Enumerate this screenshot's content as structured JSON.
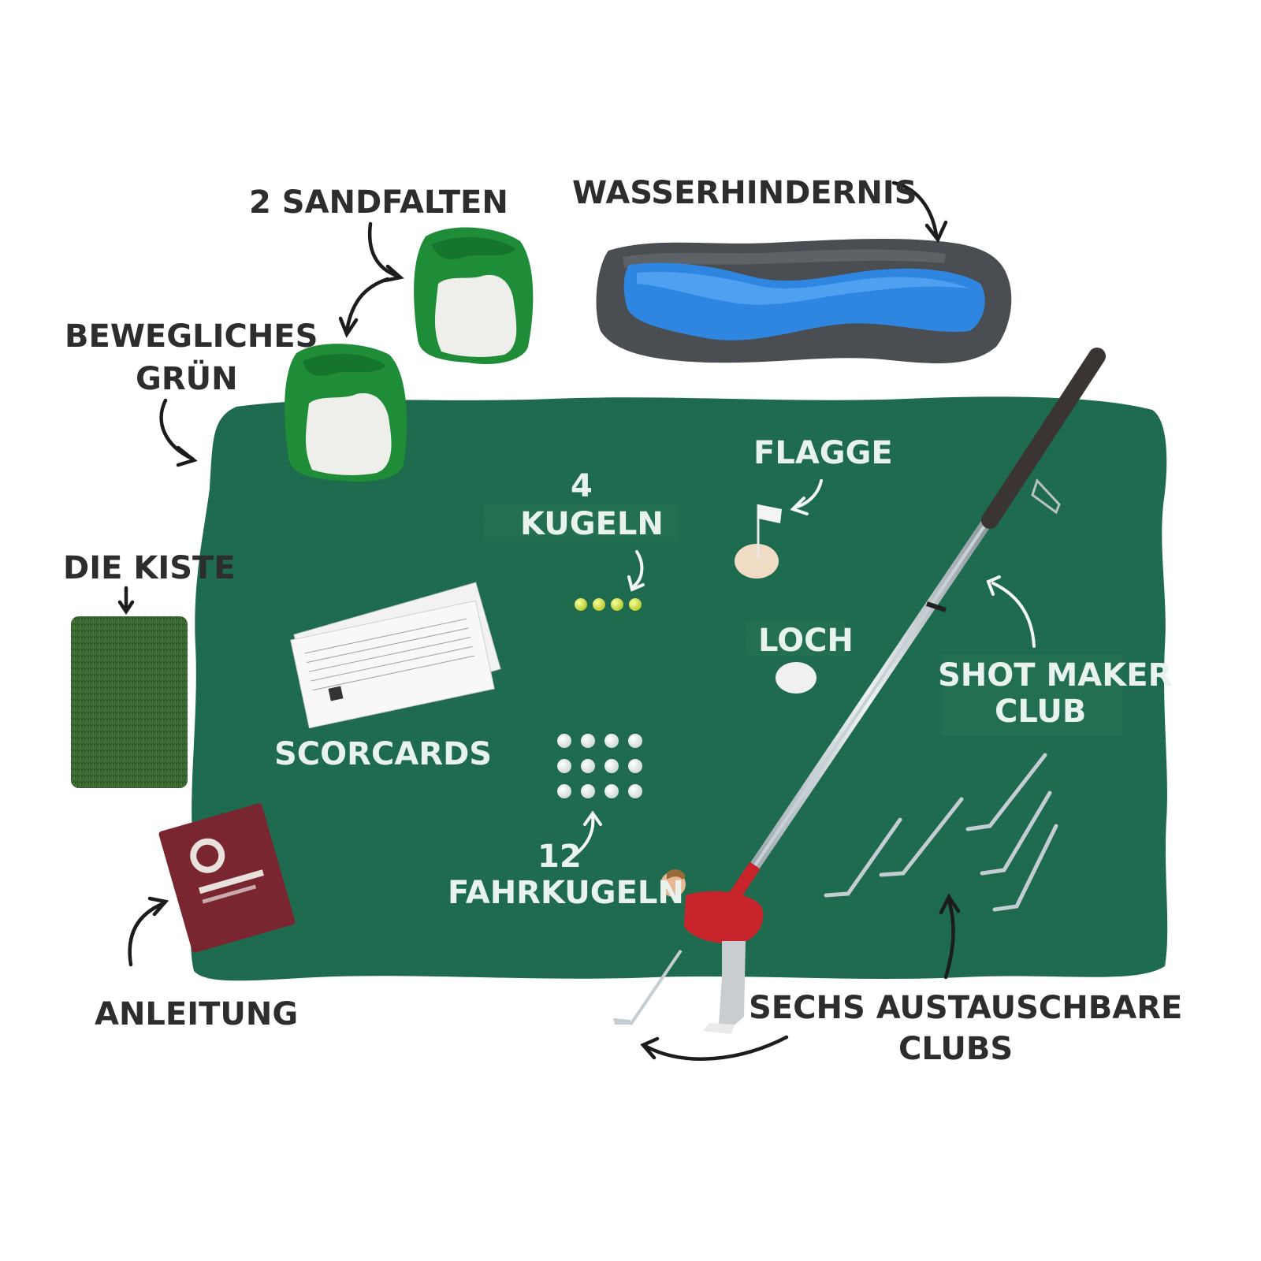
{
  "labels": {
    "sand_traps": "2 SANDFALTEN",
    "water_hazard": "WASSERHINDERNIS",
    "movable_green_line1": "BEWEGLICHES",
    "movable_green_line2": "GRÜN",
    "box": "DIE KISTE",
    "balls_count": "4",
    "balls": "KUGELN",
    "flag": "FLAGGE",
    "hole": "LOCH",
    "shot_maker_line1": "SHOT MAKER",
    "shot_maker_line2": "CLUB",
    "scorecards": "SCORCARDS",
    "driving_balls_count": "12",
    "driving_balls": "FAHRKUGELN",
    "instructions": "ANLEITUNG",
    "clubs_line1": "SECHS AUSTAUSCHBARE",
    "clubs_line2": "CLUBS"
  },
  "colors": {
    "mat": "#1e6a4e",
    "label_dark": "#2d2d2d",
    "label_light": "#e8f3ee",
    "water": "#2f86e0",
    "rock": "#4a4e52",
    "sand_trap_green": "#1f8c37",
    "turf": "#2f5a2a",
    "booklet": "#7a2630",
    "player_shirt": "#c8242c"
  },
  "counts": {
    "golf_balls": 4,
    "driving_balls": 12,
    "interchangeable_clubs": 6
  }
}
